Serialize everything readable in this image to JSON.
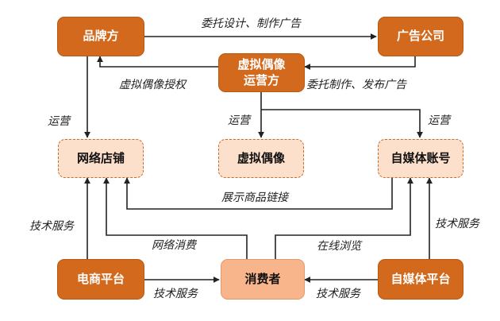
{
  "nodes": {
    "brand": "品牌方",
    "agency": "广告公司",
    "operator": "虚拟偶像\n运营方",
    "store": "网络店铺",
    "idol": "虚拟偶像",
    "media_account": "自媒体账号",
    "ecommerce": "电商平台",
    "consumer": "消费者",
    "media_platform": "自媒体平台"
  },
  "edges": {
    "brand_to_agency": "委托设计、制作广告",
    "operator_to_brand": "虚拟偶像授权",
    "agency_to_operator": "委托制作、发布广告",
    "brand_to_store": "运营",
    "operator_to_idol": "运营",
    "operator_to_media": "运营",
    "display_link": "展示商品链接",
    "ecommerce_tech": "技术服务",
    "consumer_spend": "网络消费",
    "online_browse": "在线浏览",
    "media_tech": "技术服务",
    "ecommerce_to_consumer": "技术服务",
    "media_platform_to_consumer": "技术服务"
  },
  "colors": {
    "solid_fill": "#d2691c",
    "dashed_fill": "#fde0cc",
    "consumer_fill": "#f8b58b",
    "line": "#222222"
  }
}
